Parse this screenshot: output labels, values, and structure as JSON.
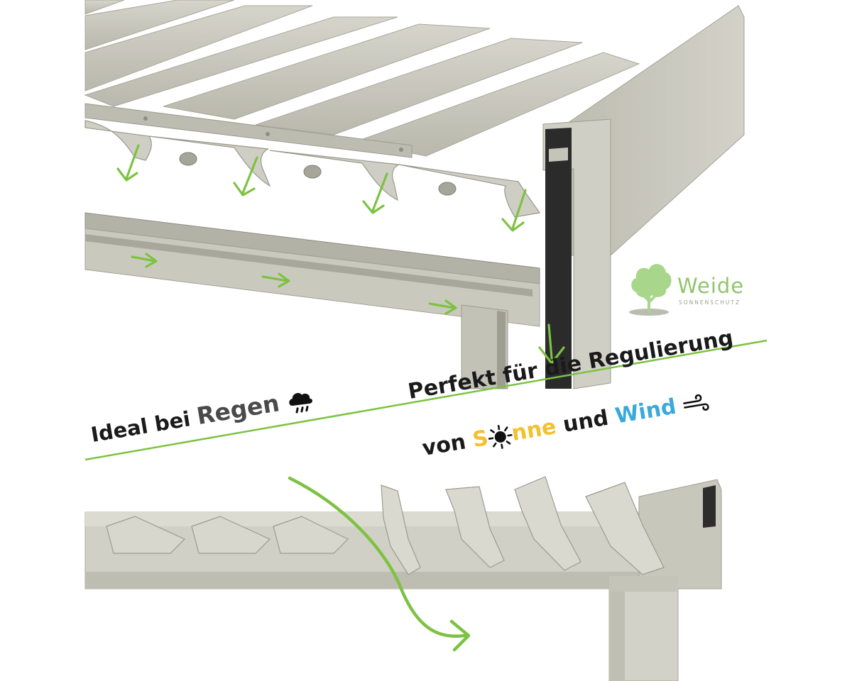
{
  "captions": {
    "rain_prefix": "Ideal bei ",
    "rain_word": "Regen",
    "line1": "Perfekt für die Regulierung",
    "line2_prefix": "von ",
    "sun_word_start": "S",
    "sun_word_end": "nne",
    "line2_middle": " und ",
    "wind_word": "Wind"
  },
  "logo": {
    "brand": "Weide",
    "tagline": "SONNENSCHUTZ",
    "icon": "tree-icon"
  },
  "icons": {
    "rain": "rain-cloud-icon",
    "sun": "sun-icon",
    "wind": "wind-icon",
    "flow": "arrow-icon"
  },
  "colors": {
    "accent_green": "#7dc242",
    "sun_yellow": "#f2c12e",
    "wind_blue": "#39a9dc",
    "aluminium": "#c9c8bd"
  }
}
